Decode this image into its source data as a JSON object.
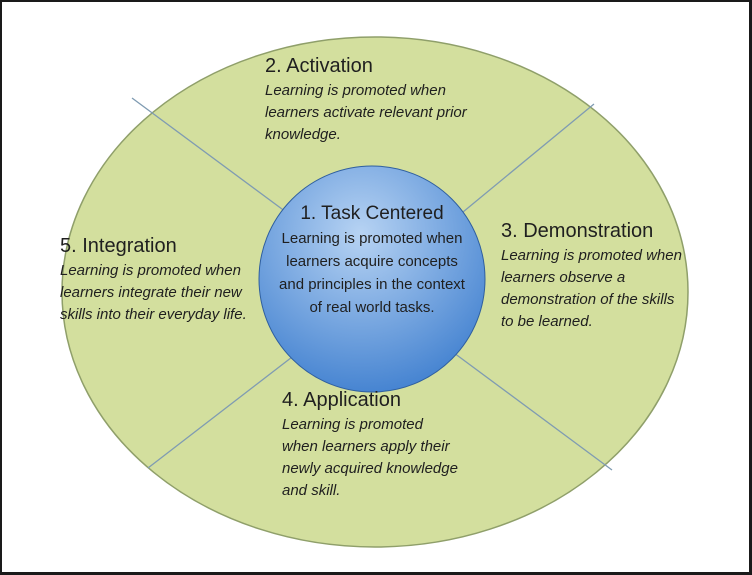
{
  "center": {
    "title": "1. Task Centered",
    "text": "Learning is promoted when learners acquire concepts and principles in the context of real world tasks."
  },
  "segments": {
    "activation": {
      "title": "2. Activation",
      "text": "Learning is promoted when learners activate relevant prior knowledge."
    },
    "demonstration": {
      "title": "3. Demonstration",
      "text": "Learning is promoted when learners observe a demonstration of the skills to be learned."
    },
    "application": {
      "title": "4. Application",
      "text": "Learning is promoted when learners apply their newly acquired knowledge and skill."
    },
    "integration": {
      "title": "5. Integration",
      "text": "Learning is promoted when learners integrate their new skills into their everyday life."
    }
  },
  "colors": {
    "outer_fill": "#d3df9e",
    "outer_stroke": "#8f9f6a",
    "divider": "#7f9bb2",
    "center_light": "#b7d3f3",
    "center_dark": "#3f7fcf",
    "center_stroke": "#2f5f9f"
  }
}
